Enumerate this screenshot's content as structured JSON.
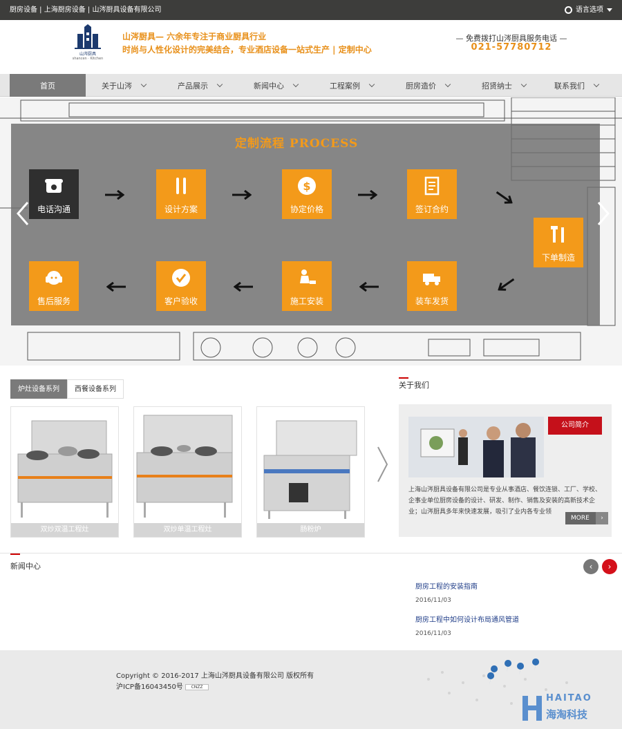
{
  "topbar": {
    "crumbs": "厨房设备 | 上海厨房设备 | 山涔厨具设备有限公司",
    "language": "语言选项"
  },
  "header": {
    "logo_text": "山涔厨具",
    "logo_sub": "shancen · Kitchen",
    "slogan_line1": "山涔厨具— 六余年专注于商业厨具行业",
    "slogan_line2": "时尚与人性化设计的完美结合，专业酒店设备一站式生产 | 定制中心",
    "hotline_label": "— 免费拨打山涔厨具服务电话 —",
    "hotline_number": "021-57780712"
  },
  "nav": {
    "items": [
      {
        "label": "首页",
        "active": true
      },
      {
        "label": "关于山涔"
      },
      {
        "label": "产品展示"
      },
      {
        "label": "新闻中心"
      },
      {
        "label": "工程案例"
      },
      {
        "label": "厨房造价"
      },
      {
        "label": "招贤纳士"
      },
      {
        "label": "联系我们"
      }
    ]
  },
  "banner": {
    "title": "定制流程 PROCESS",
    "steps": [
      "电话沟通",
      "设计方案",
      "协定价格",
      "签订合约",
      "下单制造",
      "装车发货",
      "施工安装",
      "客户验收",
      "售后服务"
    ]
  },
  "products": {
    "tabs": [
      "炉灶设备系列",
      "西餐设备系列"
    ],
    "items": [
      "双炒双温工程灶",
      "双炒单温工程灶",
      "肠粉炉"
    ]
  },
  "about": {
    "heading": "关于我们",
    "badge": "公司简介",
    "text": "上海山涔厨具设备有限公司是专业从事酒店、餐饮连锁、工厂、学校、企事业单位厨房设备的设计、研发、制作、销售及安装的高新技术企业；山涔厨具多年来快速发展，吸引了业内各专业领",
    "more": "MORE"
  },
  "news": {
    "heading": "新闻中心",
    "items": [
      {
        "title": "厨房工程的安装指南",
        "date": "2016/11/03"
      },
      {
        "title": "厨房工程中如何设计布局通风管道",
        "date": "2016/11/03"
      }
    ]
  },
  "footer": {
    "copyright": "Copyright © 2016-2017 上海山涔厨具设备有限公司 版权所有",
    "icp": "沪ICP备16043450号",
    "cnzz": "CNZZ",
    "brand_en": "HAITAO",
    "brand_cn": "海淘科技"
  },
  "colors": {
    "accent": "#f39a1a",
    "nav_active": "#7a7a7a",
    "red": "#c5101a"
  }
}
